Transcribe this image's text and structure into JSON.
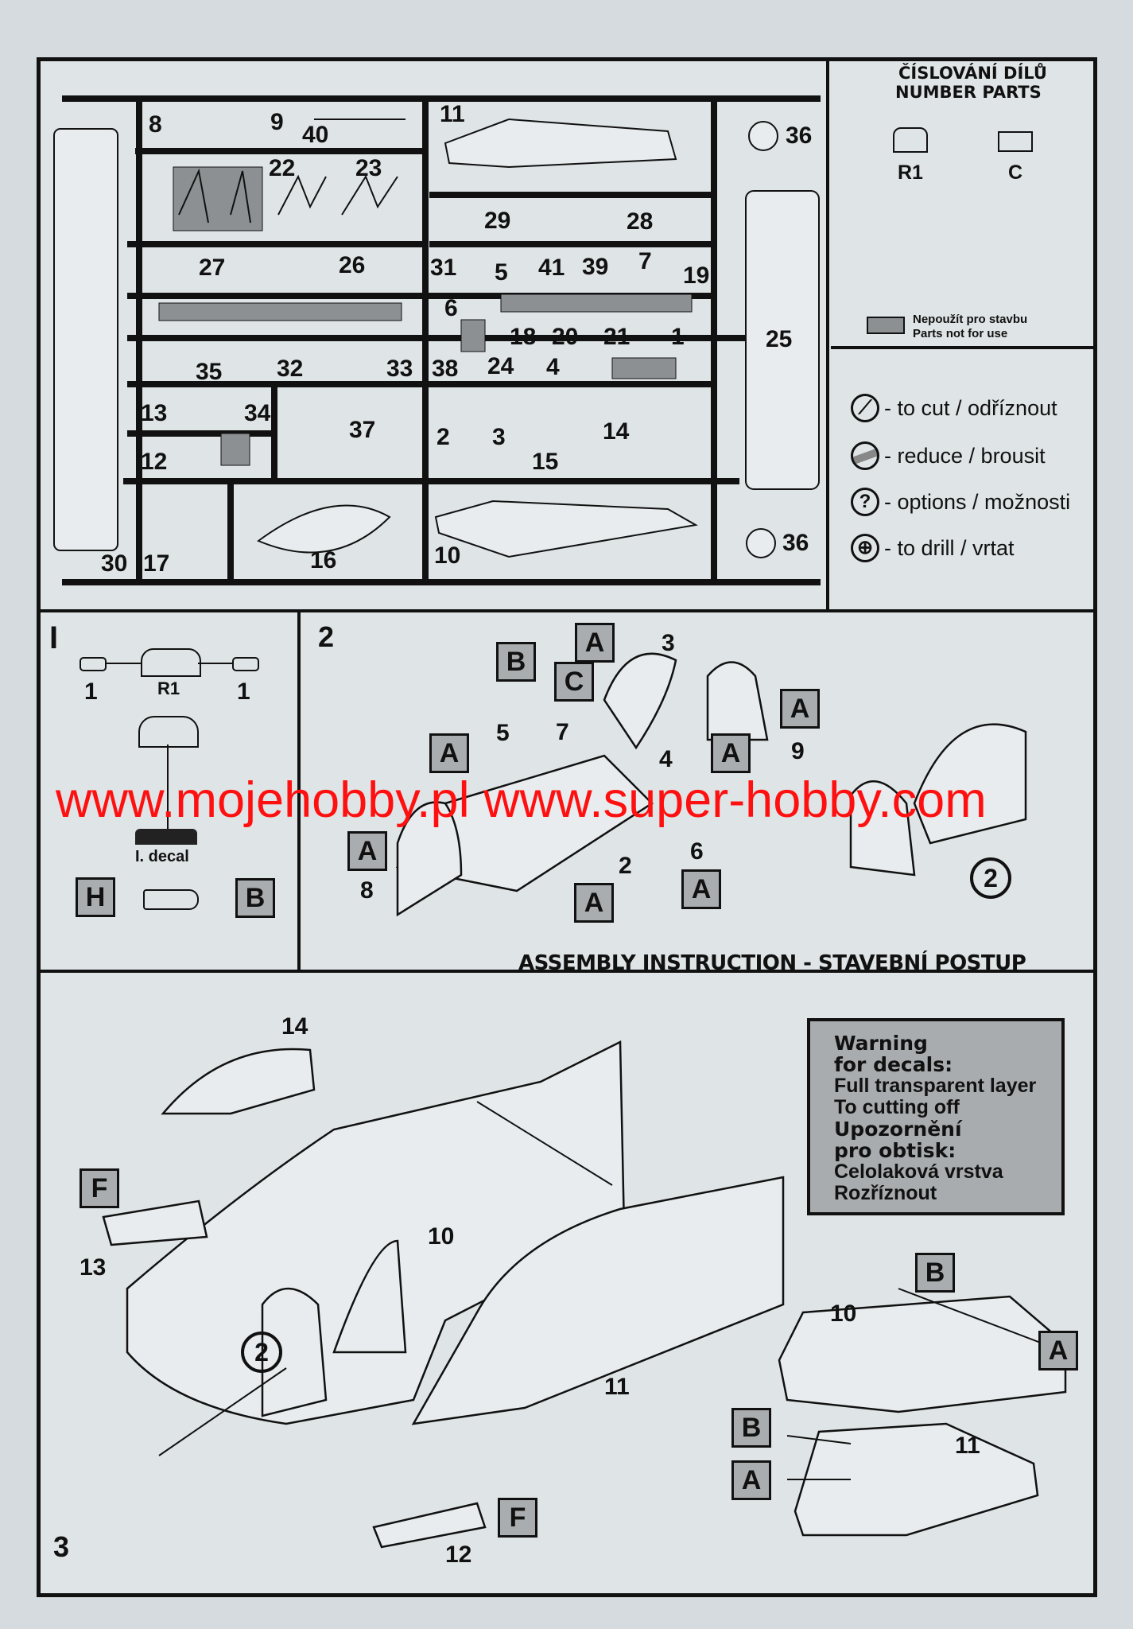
{
  "sprue": {
    "parts": [
      "8",
      "9",
      "40",
      "11",
      "36",
      "22",
      "23",
      "29",
      "28",
      "27",
      "26",
      "31",
      "5",
      "41",
      "39",
      "7",
      "19",
      "6",
      "25",
      "18",
      "20",
      "21",
      "1",
      "35",
      "32",
      "33",
      "38",
      "24",
      "4",
      "13",
      "34",
      "37",
      "2",
      "3",
      "15",
      "14",
      "12",
      "30",
      "17",
      "16",
      "10",
      "36"
    ]
  },
  "numbering": {
    "title_cz": "ČÍSLOVÁNÍ DÍLŮ",
    "title_en": "NUMBER PARTS",
    "sprue_r1": "R1",
    "sprue_c": "C",
    "not_for_use_cz": "Nepoužít pro stavbu",
    "not_for_use_en": "Parts not for use",
    "not_for_use_color": "#8c9092"
  },
  "legend": [
    {
      "icon": "cut-icon",
      "label": "- to cut / odříznout"
    },
    {
      "icon": "reduce-icon",
      "label": "- reduce / brousit"
    },
    {
      "icon": "options-icon",
      "symbol": "?",
      "label": "- options / možnosti"
    },
    {
      "icon": "drill-icon",
      "label": "- to drill / vrtat"
    }
  ],
  "step1": {
    "number": "I",
    "part_left": "1",
    "part_center": "R1",
    "part_right": "1",
    "decal": "I. decal",
    "color_left": "H",
    "color_right": "B"
  },
  "step2": {
    "number": "2",
    "labels": [
      "B",
      "A",
      "3",
      "C",
      "5",
      "7",
      "A",
      "A",
      "9",
      "4",
      "A",
      "A",
      "8",
      "6",
      "2",
      "A",
      "A"
    ],
    "subassembly": "2"
  },
  "assembly_title": "ASSEMBLY INSTRUCTION - STAVEBNÍ POSTUP",
  "watermark": "www.mojehobby.pl www.super-hobby.com",
  "step3": {
    "number": "3",
    "labels": [
      "14",
      "F",
      "13",
      "10",
      "2",
      "11",
      "12",
      "F"
    ],
    "inset_labels": [
      "B",
      "10",
      "A",
      "B",
      "11",
      "A"
    ]
  },
  "warning": {
    "title1": "Warning",
    "title2": "for decals:",
    "line1": "Full transparent layer",
    "line2": "To cutting off",
    "title3": "Upozornění",
    "title4": "pro obtisk:",
    "line3": "Celolaková vrstva",
    "line4": "Rozříznout"
  }
}
